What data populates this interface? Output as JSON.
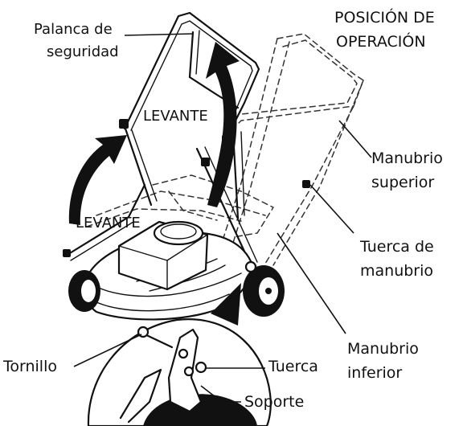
{
  "labels": {
    "palanca_line1": "Palanca de",
    "palanca_line2": "seguridad",
    "posicion_line1": "POSICIÓN DE",
    "posicion_line2": "OPERACIÓN",
    "levante_upper": "LEVANTE",
    "levante_lower": "LEVANTE",
    "manubrio_superior_line1": "Manubrio",
    "manubrio_superior_line2": "superior",
    "tuerca_manubrio_line1": "Tuerca de",
    "tuerca_manubrio_line2": "manubrio",
    "manubrio_inferior_line1": "Manubrio",
    "manubrio_inferior_line2": "inferior",
    "tornillo": "Tornillo",
    "tuerca": "Tuerca",
    "soporte": "Soporte"
  },
  "colors": {
    "ink": "#111111",
    "background": "#ffffff"
  }
}
